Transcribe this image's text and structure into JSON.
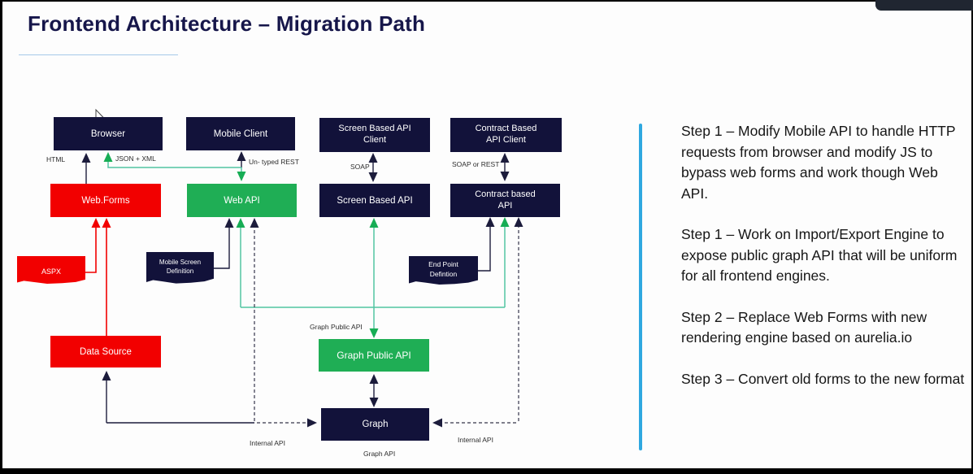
{
  "title": "Frontend Architecture – Migration Path",
  "nodes": {
    "browser": "Browser",
    "mobile_client": "Mobile Client",
    "screen_based_api_client": "Screen Based API Client",
    "contract_based_api_client": "Contract Based API Client",
    "web_forms": "Web.Forms",
    "web_api": "Web API",
    "screen_based_api": "Screen Based API",
    "contract_based_api": "Contract based API",
    "aspx": "ASPX",
    "mobile_screen_definition": "Mobile Screen Definition",
    "end_point_defintion": "End Point Defintion",
    "data_source": "Data Source",
    "graph_public_api": "Graph Public API",
    "graph": "Graph"
  },
  "edge_labels": {
    "html": "HTML",
    "json_xml": "JSON + XML",
    "untyped_rest": "Un- typed REST",
    "soap": "SOAP",
    "soap_or_rest": "SOAP or REST",
    "graph_public_api": "Graph Public API",
    "internal_api_left": "Internal API",
    "internal_api_right": "Internal API",
    "graph_api": "Graph API"
  },
  "steps": [
    "Step 1 – Modify Mobile API to handle HTTP requests from browser and modify JS to bypass web forms and work though Web API.",
    "Step 1 – Work on Import/Export Engine to expose public graph API that will be uniform for all frontend engines.",
    "Step 2 – Replace Web Forms with new rendering engine based on aurelia.io",
    "Step 3 – Convert old forms to the new format"
  ],
  "colors": {
    "node_navy": "#12123a",
    "node_red": "#f20000",
    "node_green": "#1fae55",
    "teal_connector": "#52c5a2",
    "green_arrow": "#17ad55",
    "separator_blue": "#2fa8e0",
    "title_navy": "#16164a",
    "title_underline": "#a5c9e9"
  }
}
